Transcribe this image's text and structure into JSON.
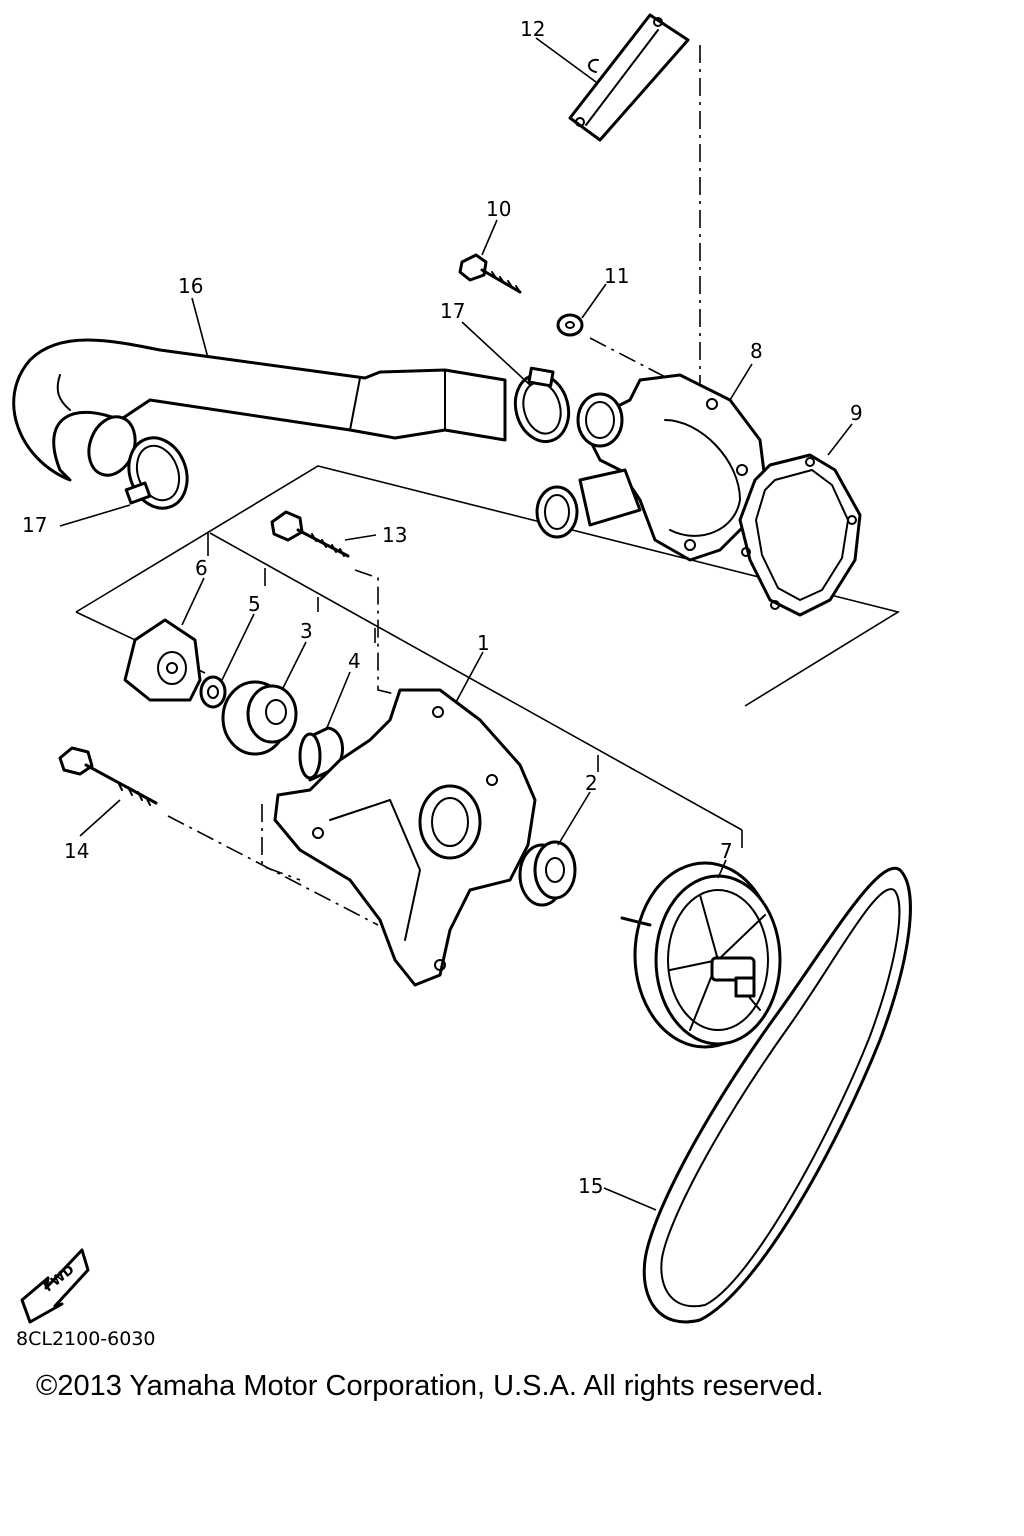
{
  "diagram": {
    "callouts": [
      {
        "id": "1",
        "label": "1"
      },
      {
        "id": "2",
        "label": "2"
      },
      {
        "id": "3",
        "label": "3"
      },
      {
        "id": "4",
        "label": "4"
      },
      {
        "id": "5",
        "label": "5"
      },
      {
        "id": "6",
        "label": "6"
      },
      {
        "id": "7",
        "label": "7"
      },
      {
        "id": "8",
        "label": "8"
      },
      {
        "id": "9",
        "label": "9"
      },
      {
        "id": "10",
        "label": "10"
      },
      {
        "id": "11",
        "label": "11"
      },
      {
        "id": "12",
        "label": "12"
      },
      {
        "id": "13",
        "label": "13"
      },
      {
        "id": "14",
        "label": "14"
      },
      {
        "id": "15",
        "label": "15"
      },
      {
        "id": "16",
        "label": "16"
      },
      {
        "id": "17a",
        "label": "17"
      },
      {
        "id": "17b",
        "label": "17"
      }
    ],
    "direction_marker": "FWD",
    "drawing_code": "8CL2100-6030",
    "copyright": "©2013 Yamaha Motor Corporation, U.S.A. All rights reserved."
  }
}
